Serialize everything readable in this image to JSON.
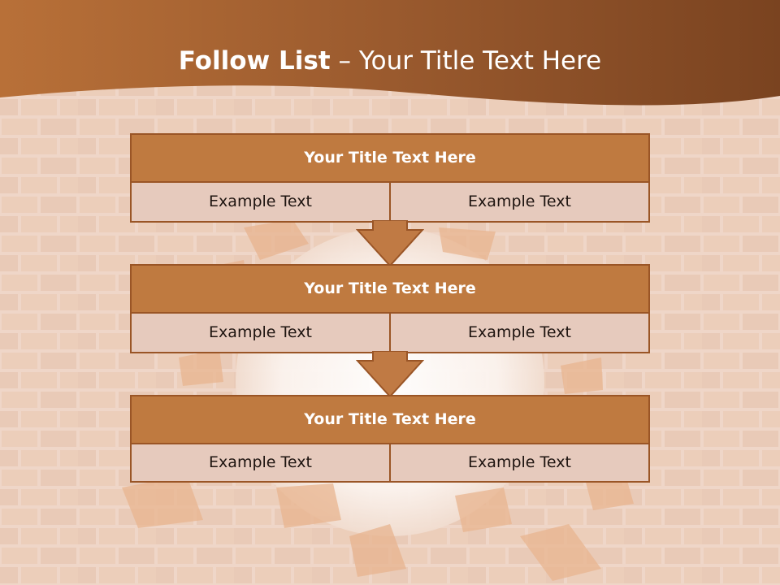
{
  "slide": {
    "title_bold": "Follow List",
    "title_rest": " – Your Title Text Here"
  },
  "blocks": [
    {
      "heading": "Your Title Text Here",
      "left_text": "Example Text",
      "right_text": "Example Text"
    },
    {
      "heading": "Your Title Text Here",
      "left_text": "Example Text",
      "right_text": "Example Text"
    },
    {
      "heading": "Your Title Text Here",
      "left_text": "Example Text",
      "right_text": "Example Text"
    }
  ],
  "colors": {
    "header_band": "#9a5a2e",
    "block_heading_fill": "#bf7a40",
    "block_row_fill": "#e6cabd",
    "border": "#9a5526",
    "arrow_fill": "#c07a44"
  }
}
